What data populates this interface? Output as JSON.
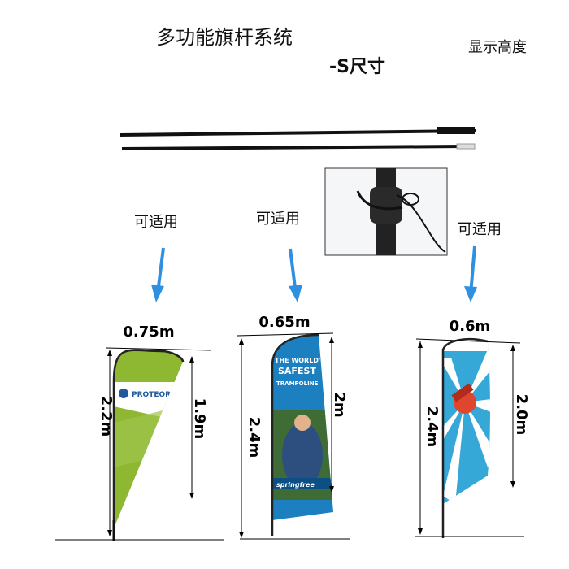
{
  "header": {
    "title": "多功能旗杆系统",
    "subtitle": "-S尺寸",
    "display_height_label": "显示高度"
  },
  "applicable_labels": [
    "可适用",
    "可适用",
    "可适用"
  ],
  "flags": [
    {
      "shape": "teardrop",
      "width": "0.75m",
      "total_height": "2.2m",
      "flag_height": "1.9m",
      "brand_text": "PROTEOR",
      "colors": {
        "primary": "#8fb832",
        "secondary": "#ffffff"
      }
    },
    {
      "shape": "feather",
      "width": "0.65m",
      "total_height": "2.4m",
      "flag_height": "2m",
      "headline_lines": [
        "THE WORLD'S",
        "SAFEST",
        "TRAMPOLINE"
      ],
      "brand_text": "springfree",
      "colors": {
        "primary": "#1b7fc0",
        "secondary": "#ffffff"
      }
    },
    {
      "shape": "feather-sunburst",
      "width": "0.6m",
      "total_height": "2.4m",
      "flag_height": "2.0m",
      "colors": {
        "primary": "#35a8d8",
        "secondary": "#ffffff",
        "accent": "#e0452e"
      }
    }
  ],
  "colors": {
    "arrow": "#2f8fe0",
    "pole": "#111111",
    "dimension_line": "#000000"
  },
  "icons": [
    "flag-pole-icon",
    "pole-joint-detail-image",
    "down-arrow-icon"
  ]
}
